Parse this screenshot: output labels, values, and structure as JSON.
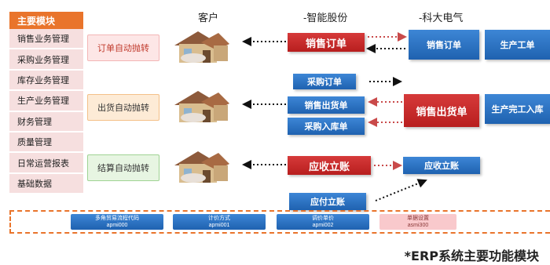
{
  "sidebar": {
    "header": "主要模块",
    "items": [
      "销售业务管理",
      "采购业务管理",
      "库存业务管理",
      "生产业务管理",
      "财务管理",
      "质量管理",
      "日常运营报表",
      "基础数据"
    ]
  },
  "columns": {
    "customer": "客户",
    "company_a": "-智能股份",
    "company_b": "-科大电气"
  },
  "auto_boxes": {
    "order": "订单自动抛转",
    "shipment": "出货自动抛转",
    "settlement": "结算自动抛转"
  },
  "process": {
    "sales_order_a": "销售订单",
    "sales_order_b": "销售订单",
    "work_order": "生产工单",
    "purchase_order": "采购订单",
    "sales_shipment_a": "销售出货单",
    "purchase_receipt": "采购入库单",
    "sales_shipment_b": "销售出货单",
    "production_receipt": "生产完工入库",
    "receivable_a": "应收立账",
    "receivable_b": "应收立账",
    "payable": "应付立账"
  },
  "bottom_chips": [
    {
      "line1": "多角贸易流程代码",
      "line2": "apmi000"
    },
    {
      "line1": "计价方式",
      "line2": "apmi001"
    },
    {
      "line1": "调价单价",
      "line2": "apmi002"
    },
    {
      "line1": "单据设置",
      "line2": "asmi300"
    }
  ],
  "footnote": "*ERP系统主要功能模块",
  "colors": {
    "accent": "#e9742b",
    "red": "#c62828",
    "blue": "#1f62b0"
  }
}
